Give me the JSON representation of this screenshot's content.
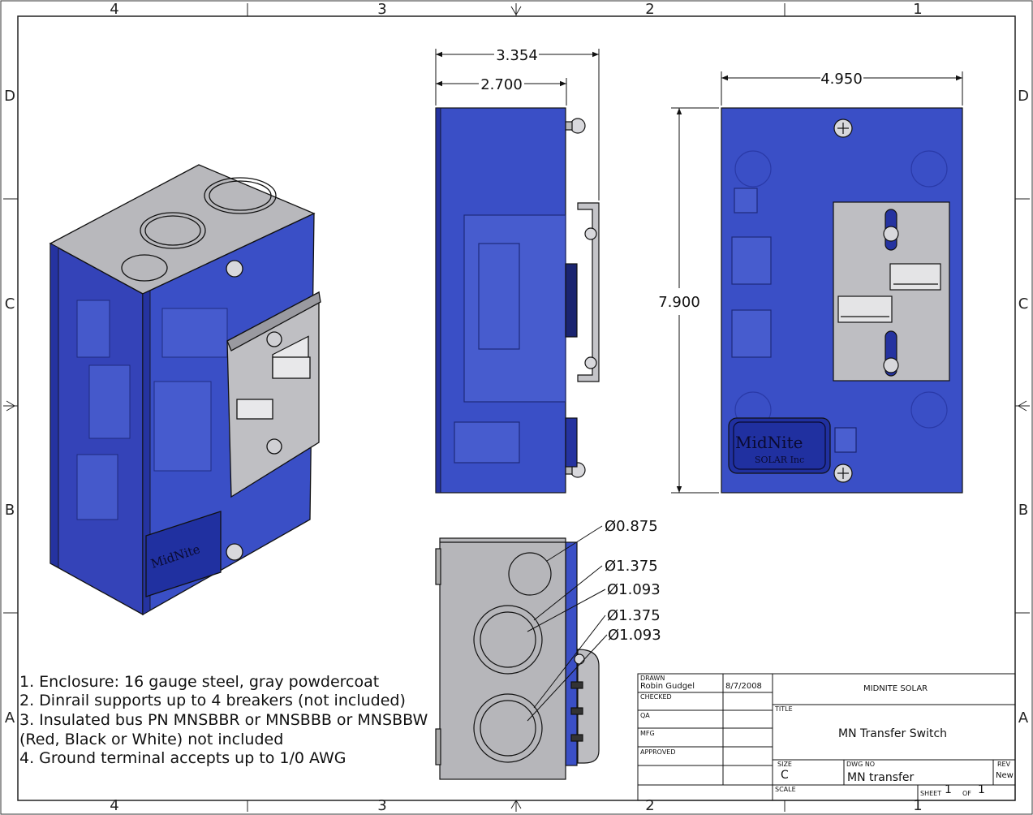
{
  "border": {
    "columns_top": [
      "4",
      "3",
      "2",
      "1"
    ],
    "columns_bottom": [
      "4",
      "3",
      "2",
      "1"
    ],
    "rows_left": [
      "D",
      "C",
      "B",
      "A"
    ],
    "rows_right": [
      "D",
      "C",
      "B",
      "A"
    ]
  },
  "dimensions": {
    "side_overall_depth": "3.354",
    "side_body_depth": "2.700",
    "front_width": "4.950",
    "front_height": "7.900"
  },
  "hole_callouts": [
    "Ø0.875",
    "Ø1.375",
    "Ø1.093",
    "Ø1.375",
    "Ø1.093"
  ],
  "logo": {
    "line1": "MidNite",
    "line2": "SOLAR Inc"
  },
  "notes": [
    "1. Enclosure: 16 gauge steel, gray powdercoat",
    "2. Dinrail supports up to 4 breakers (not included)",
    "3. Insulated bus PN MNSBBR or MNSBBB or MNSBBW",
    "(Red, Black or White) not included",
    "4. Ground terminal accepts up to 1/0 AWG"
  ],
  "title_block": {
    "drawn_label": "DRAWN",
    "drawn_by": "Robin Gudgel",
    "drawn_date": "8/7/2008",
    "checked_label": "CHECKED",
    "qa_label": "QA",
    "mfg_label": "MFG",
    "approved_label": "APPROVED",
    "company": "MIDNITE SOLAR",
    "title_label": "TITLE",
    "title": "MN Transfer Switch",
    "size_label": "SIZE",
    "size": "C",
    "dwg_no_label": "DWG NO",
    "dwg_no": "MN transfer",
    "rev_label": "REV",
    "rev": "New",
    "scale_label": "SCALE",
    "sheet_label": "SHEET",
    "sheet": "1",
    "of_label": "OF",
    "of": "1"
  },
  "colors": {
    "enclosure_blue": "#3a4fc0",
    "enclosure_dark": "#1f2f8a",
    "steel_gray": "#b8b8bc",
    "line": "#111111"
  }
}
